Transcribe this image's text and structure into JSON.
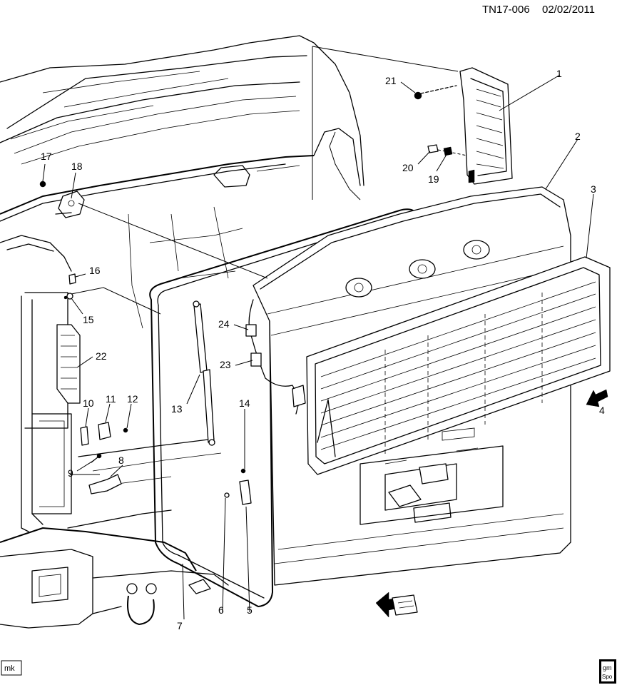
{
  "header": {
    "code": "TN17-006",
    "date": "02/02/2011"
  },
  "footer": {
    "initials": "mk",
    "logo_line1": "gm",
    "logo_line2": "Spo"
  },
  "callouts": [
    {
      "id": "c1",
      "text": "1"
    },
    {
      "id": "c2",
      "text": "2"
    },
    {
      "id": "c3",
      "text": "3"
    },
    {
      "id": "c4",
      "text": "4"
    },
    {
      "id": "c5",
      "text": "5"
    },
    {
      "id": "c6",
      "text": "6"
    },
    {
      "id": "c7",
      "text": "7"
    },
    {
      "id": "c8",
      "text": "8"
    },
    {
      "id": "c9",
      "text": "9"
    },
    {
      "id": "c10",
      "text": "10"
    },
    {
      "id": "c11",
      "text": "11"
    },
    {
      "id": "c12",
      "text": "12"
    },
    {
      "id": "c13",
      "text": "13"
    },
    {
      "id": "c14",
      "text": "14"
    },
    {
      "id": "c15",
      "text": "15"
    },
    {
      "id": "c16",
      "text": "16"
    },
    {
      "id": "c17",
      "text": "17"
    },
    {
      "id": "c18",
      "text": "18"
    },
    {
      "id": "c19",
      "text": "19"
    },
    {
      "id": "c20",
      "text": "20"
    },
    {
      "id": "c21",
      "text": "21"
    },
    {
      "id": "c22",
      "text": "22"
    },
    {
      "id": "c23",
      "text": "23"
    },
    {
      "id": "c24",
      "text": "24"
    }
  ],
  "colors": {
    "line": "#000000",
    "background": "#ffffff",
    "fill_gray": "#cfcfcf"
  }
}
